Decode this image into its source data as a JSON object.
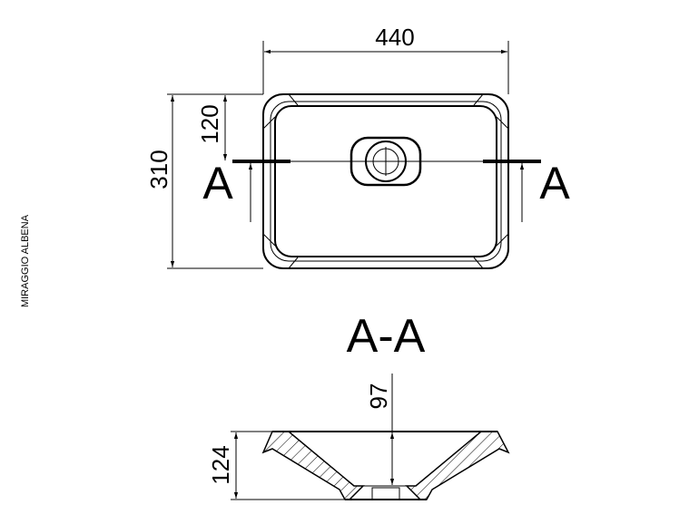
{
  "label": "MIRAGGIO ALBENA",
  "plan_view": {
    "width_dim": "440",
    "depth_dim": "310",
    "drain_offset_dim": "120",
    "section_mark_left": "A",
    "section_mark_right": "A"
  },
  "section_view": {
    "title": "A-A",
    "height_dim": "124",
    "inner_depth_dim": "97"
  }
}
